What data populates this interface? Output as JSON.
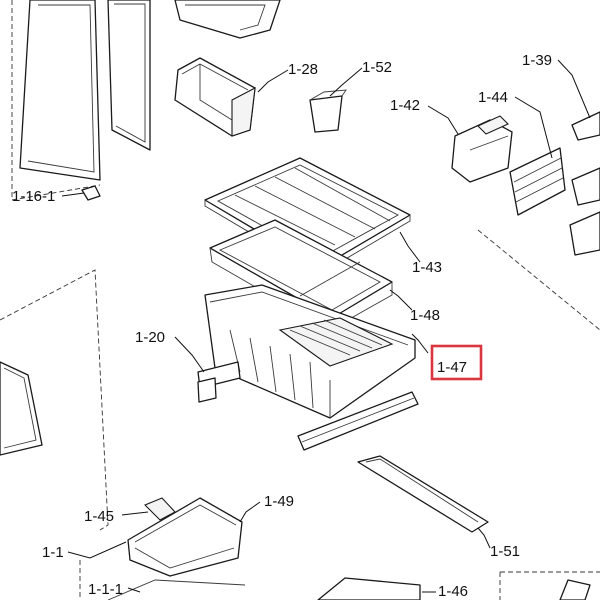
{
  "diagram": {
    "highlight_color": "#d9363e",
    "highlighted_part": "1-47",
    "labels": {
      "p1_16_1": "1-16-1",
      "p1_28": "1-28",
      "p1_52": "1-52",
      "p1_42": "1-42",
      "p1_44": "1-44",
      "p1_39": "1-39",
      "p1_43": "1-43",
      "p1_48": "1-48",
      "p1_20": "1-20",
      "p1_47": "1-47",
      "p1_45": "1-45",
      "p1_49": "1-49",
      "p1_1": "1-1",
      "p1_1_1": "1-1-1",
      "p1_51": "1-51",
      "p1_46": "1-46"
    }
  }
}
